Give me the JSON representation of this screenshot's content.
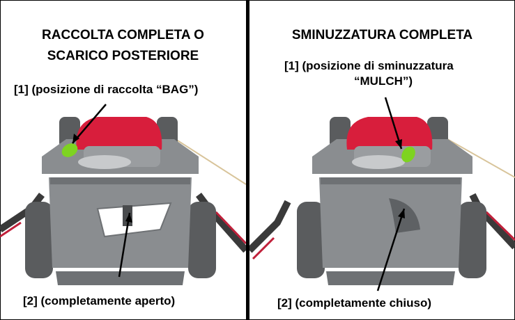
{
  "left_panel": {
    "title_line1": "RACCOLTA COMPLETA O",
    "title_line2": "SCARICO POSTERIORE",
    "callout_1": "[1] (posizione di raccolta “BAG”)",
    "callout_2": "[2] (completamente aperto)"
  },
  "right_panel": {
    "title": "SMINUZZATURA COMPLETA",
    "callout_1_line1": "[1] (posizione di sminuzzatura",
    "callout_1_line2": "“MULCH”)",
    "callout_2": "[2] (completamente chiuso)"
  },
  "colors": {
    "deck": "#8a8d90",
    "deck_dark": "#6e7174",
    "engine_red": "#d81e3c",
    "lever_green": "#7ed321",
    "tire": "#5a5c5e",
    "handle": "#3a3a3a"
  }
}
